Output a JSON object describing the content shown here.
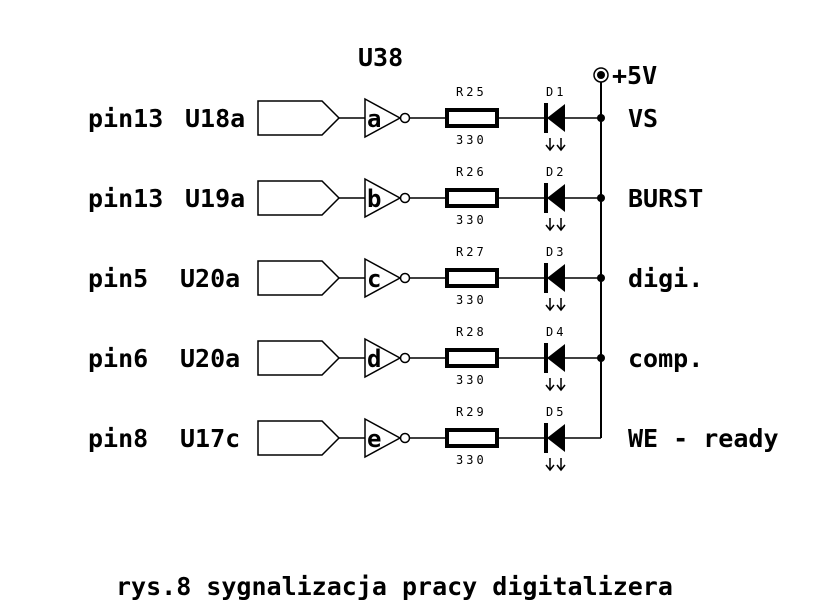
{
  "chip_label": "U38",
  "supply_label": "+5V",
  "caption": "rys.8 sygnalizacja pracy digitalizera",
  "rows": [
    {
      "source": "pin13",
      "chip": "U18a",
      "gate": "a",
      "resistor": "R25",
      "resistor_value": "330",
      "diode": "D1",
      "signal": "VS"
    },
    {
      "source": "pin13",
      "chip": "U19a",
      "gate": "b",
      "resistor": "R26",
      "resistor_value": "330",
      "diode": "D2",
      "signal": "BURST"
    },
    {
      "source": "pin5",
      "chip": "U20a",
      "gate": "c",
      "resistor": "R27",
      "resistor_value": "330",
      "diode": "D3",
      "signal": "digi."
    },
    {
      "source": "pin6",
      "chip": "U20a",
      "gate": "d",
      "resistor": "R28",
      "resistor_value": "330",
      "diode": "D4",
      "signal": "comp."
    },
    {
      "source": "pin8",
      "chip": "U17c",
      "gate": "e",
      "resistor": "R29",
      "resistor_value": "330",
      "diode": "D5",
      "signal": "WE - ready"
    }
  ]
}
